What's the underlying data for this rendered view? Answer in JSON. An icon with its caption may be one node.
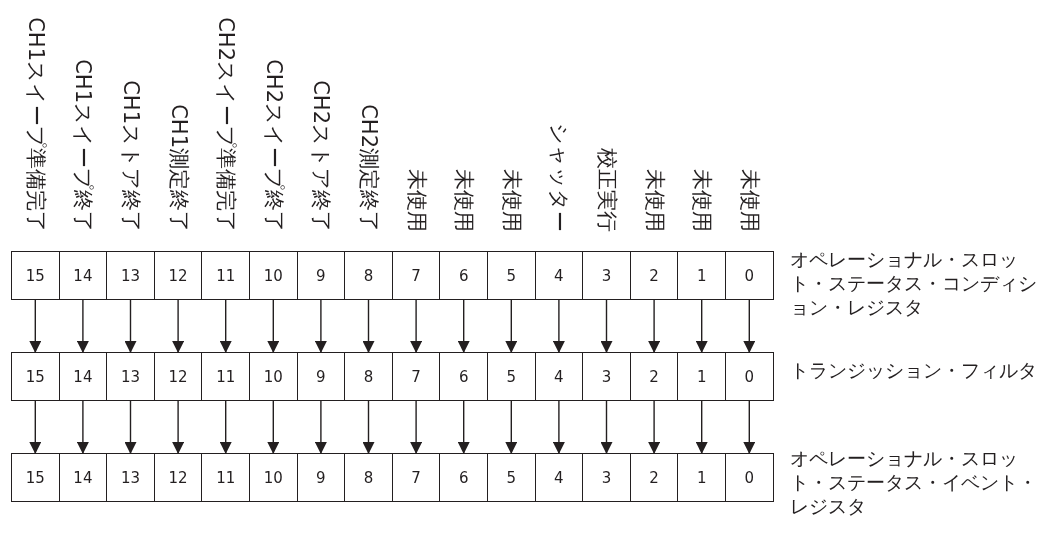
{
  "diagram": {
    "nodes": [
      {
        "text": [
          "オペレーショナル・スロット・ステータス・コンディション・レジスタ"
        ]
      },
      {
        "text": [
          "15"
        ],
        "in": 0
      },
      {
        "text": [
          "14"
        ],
        "in": 0
      },
      {
        "text": [
          "13"
        ],
        "in": 0
      },
      {
        "text": [
          "12"
        ],
        "in": 0
      },
      {
        "text": [
          "11"
        ],
        "in": 0
      },
      {
        "text": [
          "10"
        ],
        "in": 0
      },
      {
        "text": [
          "9"
        ],
        "in": 0
      },
      {
        "text": [
          "8"
        ],
        "in": 0
      },
      {
        "text": [
          "7"
        ],
        "in": 0
      },
      {
        "text": [
          "6"
        ],
        "in": 0
      },
      {
        "text": [
          "5"
        ],
        "in": 0
      },
      {
        "text": [
          "4"
        ],
        "in": 0
      },
      {
        "text": [
          "3"
        ],
        "in": 0
      },
      {
        "text": [
          "2"
        ],
        "in": 0
      },
      {
        "text": [
          "1"
        ],
        "in": 0
      },
      {
        "text": [
          "0"
        ],
        "in": 0
      },
      {
        "text": [
          "トランジッション・フィルタ"
        ]
      },
      {
        "text": [
          "15"
        ],
        "in": 17
      },
      {
        "text": [
          "14"
        ],
        "in": 17
      },
      {
        "text": [
          "13"
        ],
        "in": 17
      },
      {
        "text": [
          "12"
        ],
        "in": 17
      },
      {
        "text": [
          "11"
        ],
        "in": 17
      },
      {
        "text": [
          "10"
        ],
        "in": 17
      },
      {
        "text": [
          "9"
        ],
        "in": 17
      },
      {
        "text": [
          "8"
        ],
        "in": 17
      },
      {
        "text": [
          "7"
        ],
        "in": 17
      },
      {
        "text": [
          "6"
        ],
        "in": 17
      },
      {
        "text": [
          "5"
        ],
        "in": 17
      },
      {
        "text": [
          "4"
        ],
        "in": 17
      },
      {
        "text": [
          "3"
        ],
        "in": 17
      },
      {
        "text": [
          "2"
        ],
        "in": 17
      },
      {
        "text": [
          "1"
        ],
        "in": 17
      },
      {
        "text": [
          "0"
        ],
        "in": 17
      },
      {
        "text": [
          "オペレーショナル・スロット・ステータス・イベント・レジスタ"
        ]
      },
      {
        "text": [
          "15"
        ],
        "in": 34
      },
      {
        "text": [
          "14"
        ],
        "in": 34
      },
      {
        "text": [
          "13"
        ],
        "in": 34
      },
      {
        "text": [
          "12"
        ],
        "in": 34
      },
      {
        "text": [
          "11"
        ],
        "in": 34
      },
      {
        "text": [
          "10"
        ],
        "in": 34
      },
      {
        "text": [
          "9"
        ],
        "in": 34
      },
      {
        "text": [
          "8"
        ],
        "in": 34
      },
      {
        "text": [
          "7"
        ],
        "in": 34
      },
      {
        "text": [
          "6"
        ],
        "in": 34
      },
      {
        "text": [
          "5"
        ],
        "in": 34
      },
      {
        "text": [
          "4"
        ],
        "in": 34
      },
      {
        "text": [
          "3"
        ],
        "in": 34
      },
      {
        "text": [
          "2"
        ],
        "in": 34
      },
      {
        "text": [
          "1"
        ],
        "in": 34
      },
      {
        "text": [
          "0"
        ],
        "in": 34
      }
    ],
    "edges": [
      {
        "from": 1,
        "to": 18,
        "arrow": "to"
      },
      {
        "from": 2,
        "to": 19,
        "arrow": "to"
      },
      {
        "from": 3,
        "to": 20,
        "arrow": "to"
      },
      {
        "from": 4,
        "to": 21,
        "arrow": "to"
      },
      {
        "from": 5,
        "to": 22,
        "arrow": "to"
      },
      {
        "from": 6,
        "to": 23,
        "arrow": "to"
      },
      {
        "from": 7,
        "to": 24,
        "arrow": "to"
      },
      {
        "from": 8,
        "to": 25,
        "arrow": "to"
      },
      {
        "from": 9,
        "to": 26,
        "arrow": "to"
      },
      {
        "from": 10,
        "to": 27,
        "arrow": "to"
      },
      {
        "from": 11,
        "to": 28,
        "arrow": "to"
      },
      {
        "from": 12,
        "to": 29,
        "arrow": "to"
      },
      {
        "from": 13,
        "to": 30,
        "arrow": "to"
      },
      {
        "from": 14,
        "to": 31,
        "arrow": "to"
      },
      {
        "from": 15,
        "to": 32,
        "arrow": "to"
      },
      {
        "from": 16,
        "to": 33,
        "arrow": "to"
      },
      {
        "from": 18,
        "to": 35,
        "arrow": "to"
      },
      {
        "from": 19,
        "to": 36,
        "arrow": "to"
      },
      {
        "from": 20,
        "to": 37,
        "arrow": "to"
      },
      {
        "from": 21,
        "to": 38,
        "arrow": "to"
      },
      {
        "from": 22,
        "to": 39,
        "arrow": "to"
      },
      {
        "from": 23,
        "to": 40,
        "arrow": "to"
      },
      {
        "from": 24,
        "to": 41,
        "arrow": "to"
      },
      {
        "from": 25,
        "to": 42,
        "arrow": "to"
      },
      {
        "from": 26,
        "to": 43,
        "arrow": "to"
      },
      {
        "from": 27,
        "to": 44,
        "arrow": "to"
      },
      {
        "from": 28,
        "to": 45,
        "arrow": "to"
      },
      {
        "from": 29,
        "to": 46,
        "arrow": "to"
      },
      {
        "from": 30,
        "to": 47,
        "arrow": "to"
      },
      {
        "from": 31,
        "to": 48,
        "arrow": "to"
      },
      {
        "from": 32,
        "to": 49,
        "arrow": "to"
      },
      {
        "from": 33,
        "to": 50,
        "arrow": "to"
      }
    ],
    "labels": [
      "CH1スイープ準備完了",
      "CH1スイープ終了",
      "CH1ストア終了",
      "CH1測定終了",
      "CH2スイープ準備完了",
      "CH2スイープ終了",
      "CH2ストア終了",
      "CH2測定終了",
      "未使用",
      "未使用",
      "未使用",
      "シャッター",
      "校正実行",
      "未使用",
      "未使用",
      "未使用"
    ]
  }
}
